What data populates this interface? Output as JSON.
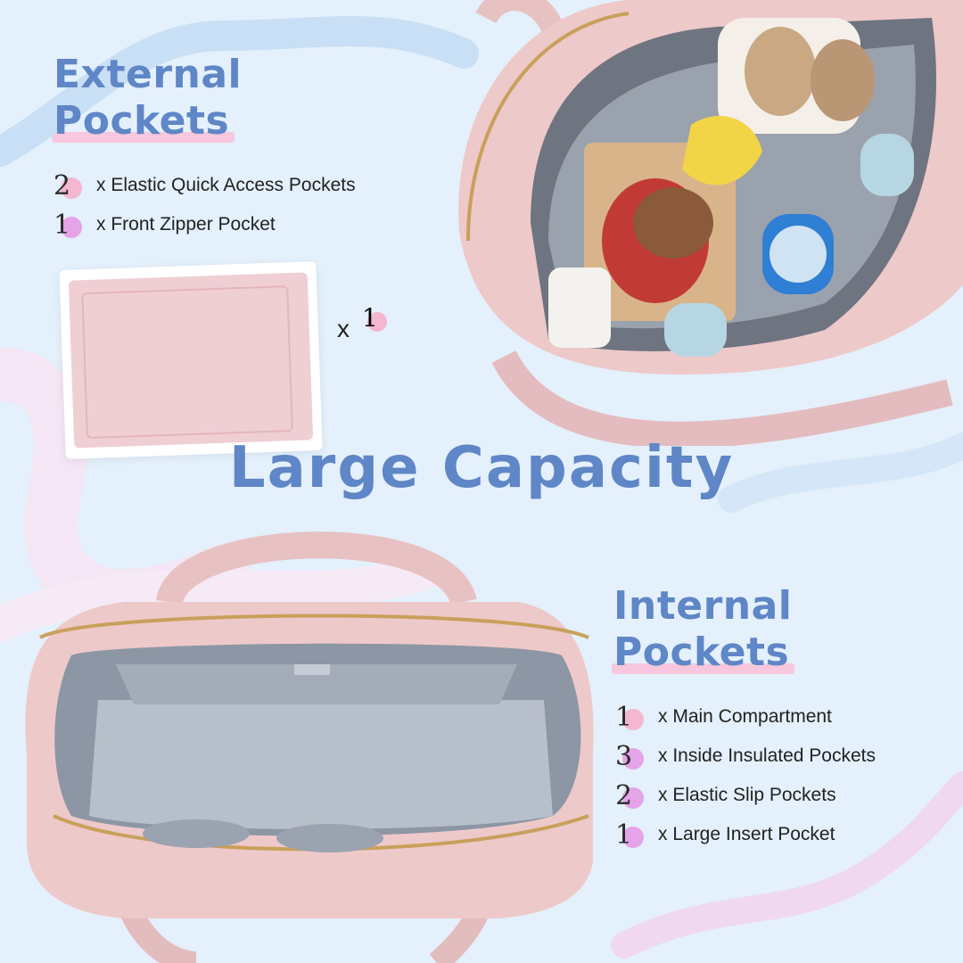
{
  "headline": "Large Capacity",
  "external": {
    "title_line1": "External",
    "title_line2": "Pockets",
    "items": [
      {
        "count": "2",
        "label": "x Elastic Quick Access Pockets"
      },
      {
        "count": "1",
        "label": "x Front Zipper Pocket"
      }
    ]
  },
  "changing_pad": {
    "multiplier": "x",
    "count": "1"
  },
  "internal": {
    "title_line1": "Internal",
    "title_line2": "Pockets",
    "items": [
      {
        "count": "1",
        "label": "x Main Compartment"
      },
      {
        "count": "3",
        "label": "x Inside Insulated Pockets"
      },
      {
        "count": "2",
        "label": "x Elastic Slip Pockets"
      },
      {
        "count": "1",
        "label": "x Large Insert Pocket"
      }
    ]
  },
  "colors": {
    "accent_blue": "#5f86c6",
    "background": "#e4f0fb",
    "bag_pink": "#eec9ca",
    "lining_gray": "#aeb6c2",
    "highlight_pink": "#f6c7dd",
    "highlight_purple": "#e5a3e8"
  }
}
